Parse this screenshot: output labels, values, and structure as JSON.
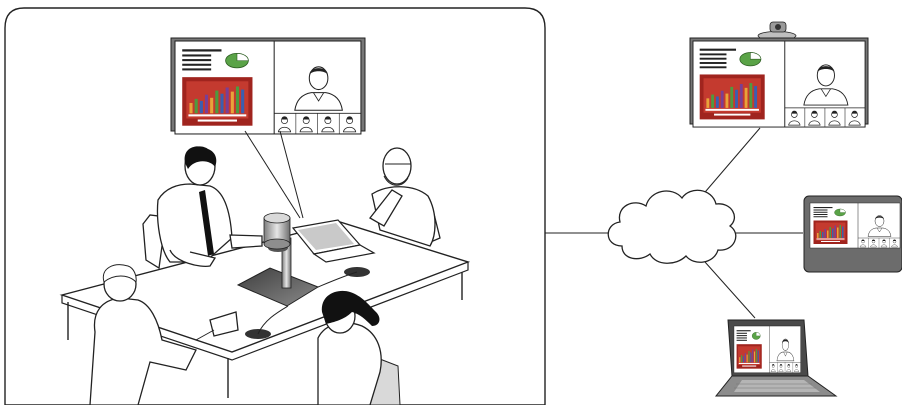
{
  "diagram": {
    "type": "video-conferencing-network",
    "nodes": [
      {
        "id": "meeting-room",
        "icon": "conference-room-scene"
      },
      {
        "id": "network",
        "icon": "cloud-icon"
      },
      {
        "id": "remote-room-display",
        "icon": "wall-display-with-camera-icon"
      },
      {
        "id": "tablet-endpoint",
        "icon": "tablet-icon"
      },
      {
        "id": "laptop-endpoint",
        "icon": "laptop-icon"
      }
    ],
    "edges": [
      [
        "meeting-room",
        "network"
      ],
      [
        "network",
        "remote-room-display"
      ],
      [
        "network",
        "tablet-endpoint"
      ],
      [
        "network",
        "laptop-endpoint"
      ]
    ],
    "colors": {
      "slide_red": "#a0241e",
      "pie_green": "#5aa347",
      "bar_orange": "#e8a33a",
      "bar_green": "#4f9a3f",
      "bar_blue": "#3a5fb0",
      "bar_purple": "#7a3f95",
      "device_gray": "#6c6c6c",
      "camera_gray": "#9a9a9a",
      "cloud_fill": "#ffffff"
    }
  }
}
